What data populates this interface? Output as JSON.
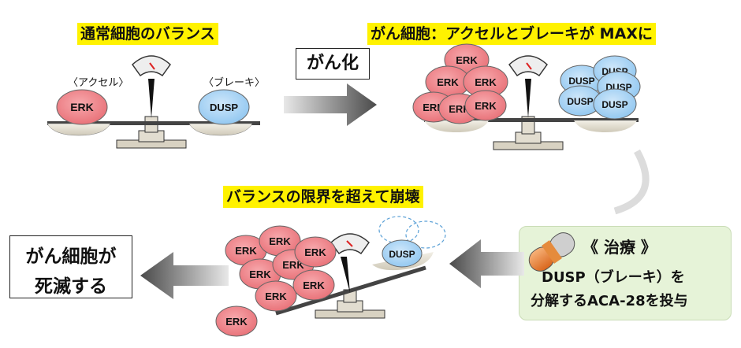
{
  "titles": {
    "normal": "通常細胞のバランス",
    "cancer": "がん細胞：アクセルとブレーキが MAXに",
    "collapse": "バランスの限界を超えて崩壊"
  },
  "labels": {
    "accel": "〈アクセル〉",
    "brake": "〈ブレーキ〉"
  },
  "boxes": {
    "canceration": "がん化",
    "death_line1": "がん細胞が",
    "death_line2": "死滅する"
  },
  "treatment": {
    "title": "《 治療 》",
    "line1": "DUSP（ブレーキ）を",
    "line2": "分解するACA-28を投与"
  },
  "molecules": {
    "erk": "ERK",
    "dusp": "DUSP"
  },
  "colors": {
    "highlight": "#fff200",
    "erk_fill": "#f08a8f",
    "dusp_fill": "#a9d4f5",
    "treatment_bg": "#e6f3d8"
  }
}
